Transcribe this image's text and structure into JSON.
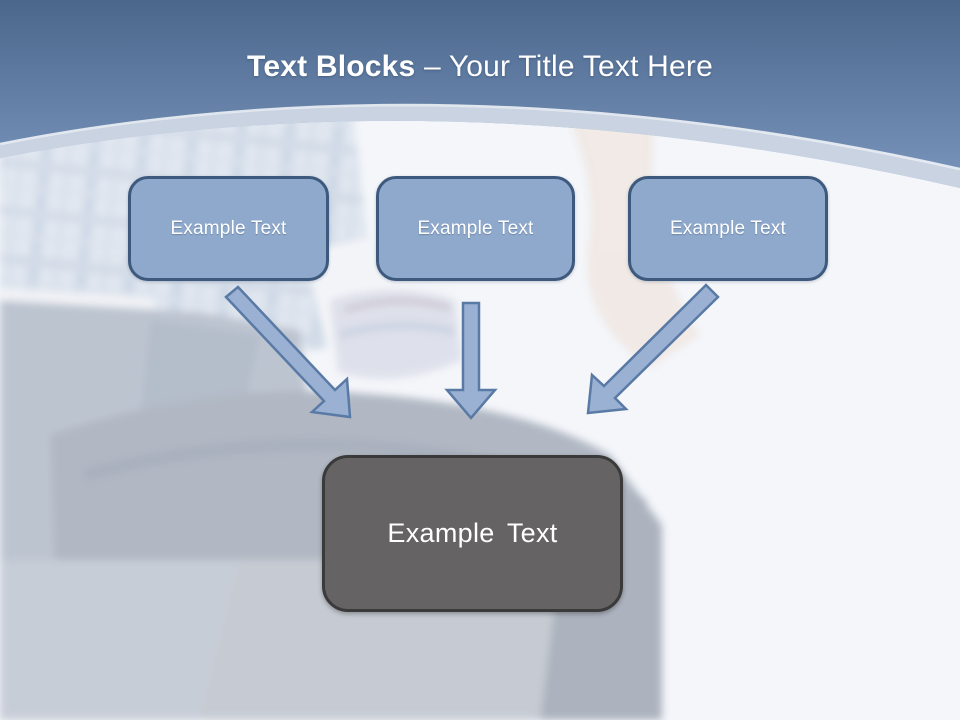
{
  "slide": {
    "title": {
      "bold": "Text Blocks",
      "rest": " – Your Title Text Here"
    },
    "blocks": [
      {
        "label": "Example Text"
      },
      {
        "label": "Example Text"
      },
      {
        "label": "Example Text"
      }
    ],
    "result_block": {
      "label": "Example Text"
    },
    "icons": {
      "connectors": [
        "arrow-down-right",
        "arrow-down",
        "arrow-down-left"
      ]
    },
    "colors": {
      "header_gradient_top": "#4b678c",
      "header_gradient_bottom": "#7f9bc3",
      "curve_band": "#c9d3e2",
      "content_background": "#f4f6fa",
      "block_fill": "#8fa9cc",
      "block_border": "#3d5a7e",
      "arrow_fill": "#9bb1d3",
      "arrow_border": "#5a7aa6",
      "result_fill": "#656364",
      "result_border": "#3a3a3a",
      "title_text": "#ffffff"
    }
  }
}
